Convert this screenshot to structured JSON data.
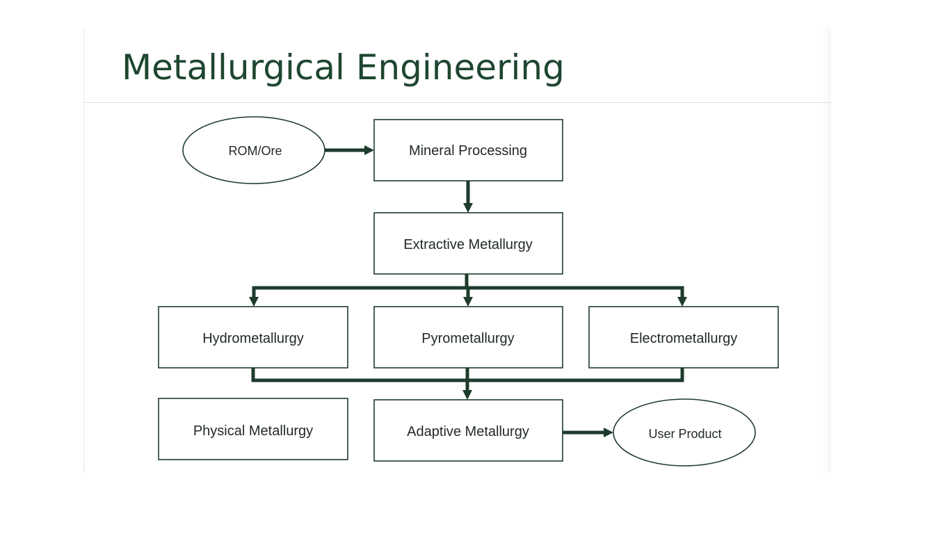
{
  "slide": {
    "title": "Metallurgical Engineering"
  },
  "diagram": {
    "nodes": {
      "rom_ore": "ROM/Ore",
      "mineral_processing": "Mineral Processing",
      "extractive_metallurgy": "Extractive Metallurgy",
      "hydrometallurgy": "Hydrometallurgy",
      "pyrometallurgy": "Pyrometallurgy",
      "electrometallurgy": "Electrometallurgy",
      "physical_metallurgy": "Physical Metallurgy",
      "adaptive_metallurgy": "Adaptive Metallurgy",
      "user_product": "User Product"
    },
    "colors": {
      "title": "#1e4631",
      "stroke": "#1e3b2c",
      "text": "#222a26"
    }
  }
}
